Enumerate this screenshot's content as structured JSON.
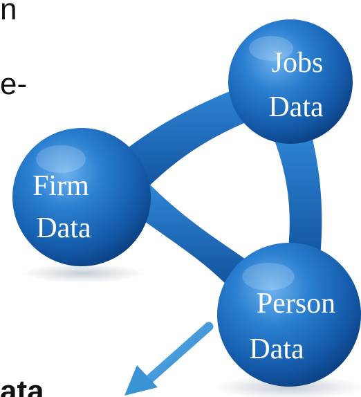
{
  "cropped_text": {
    "line1": "n",
    "line2": "e-",
    "line3": "ata"
  },
  "nodes": {
    "jobs": {
      "line1": "Jobs",
      "line2": "Data"
    },
    "firm": {
      "line1": "Firm",
      "line2": "Data"
    },
    "person": {
      "line1": "Person",
      "line2": "Data"
    }
  },
  "colors": {
    "node_blue": "#1f6fc0",
    "node_dark": "#0b3f80",
    "arrow_blue": "#3f9ad8"
  }
}
